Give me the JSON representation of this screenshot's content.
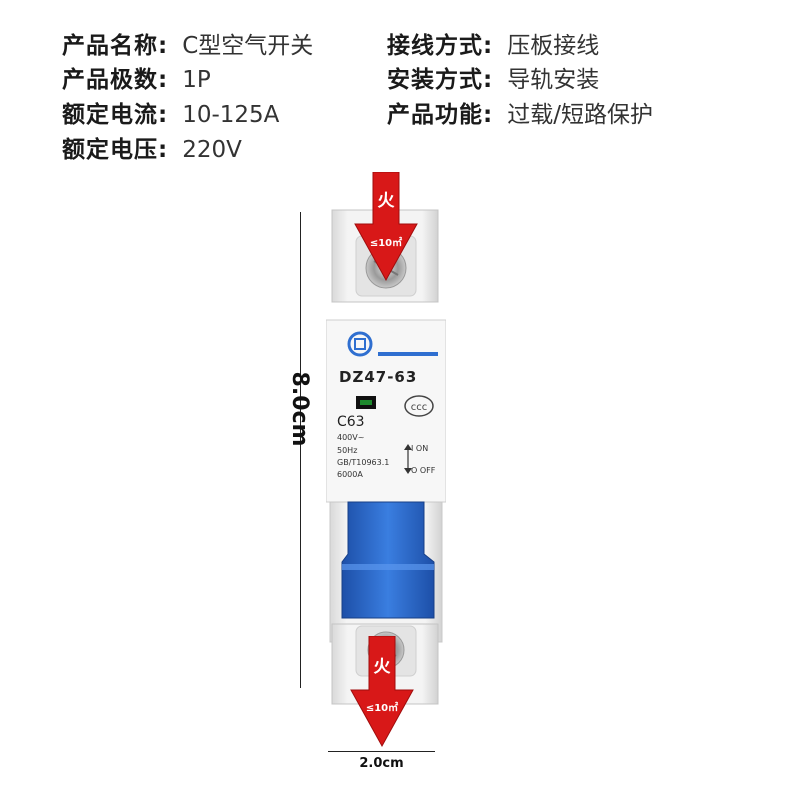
{
  "specs": {
    "left": [
      {
        "label": "产品名称:",
        "value": "C型空气开关"
      },
      {
        "label": "产品极数:",
        "value": "1P"
      },
      {
        "label": "额定电流:",
        "value": "10-125A"
      },
      {
        "label": "额定电压:",
        "value": "220V"
      }
    ],
    "right": [
      {
        "label": "接线方式:",
        "value": "压板接线"
      },
      {
        "label": "安装方式:",
        "value": "导轨安装"
      },
      {
        "label": "产品功能:",
        "value": "过载/短路保护"
      }
    ]
  },
  "dimensions": {
    "height": "8.0cm",
    "width": "2.0cm"
  },
  "breaker_panel": {
    "model": "DZ47-63",
    "rating": "C63",
    "voltage": "400V~",
    "frequency": "50Hz",
    "standard": "GB/T10963.1",
    "breaking_capacity": "6000A",
    "on_label": "I ON",
    "off_label": "O OFF",
    "logo_icon": "brand-logo-icon",
    "ccc_icon": "ccc-mark-icon"
  },
  "arrows": {
    "top": {
      "char": "火",
      "note": "≤10㎡"
    },
    "bottom": {
      "char": "火",
      "note": "≤10㎡"
    }
  },
  "colors": {
    "arrow_red": "#d81818",
    "toggle_blue": "#2f6fd0",
    "housing": "#ececec"
  }
}
